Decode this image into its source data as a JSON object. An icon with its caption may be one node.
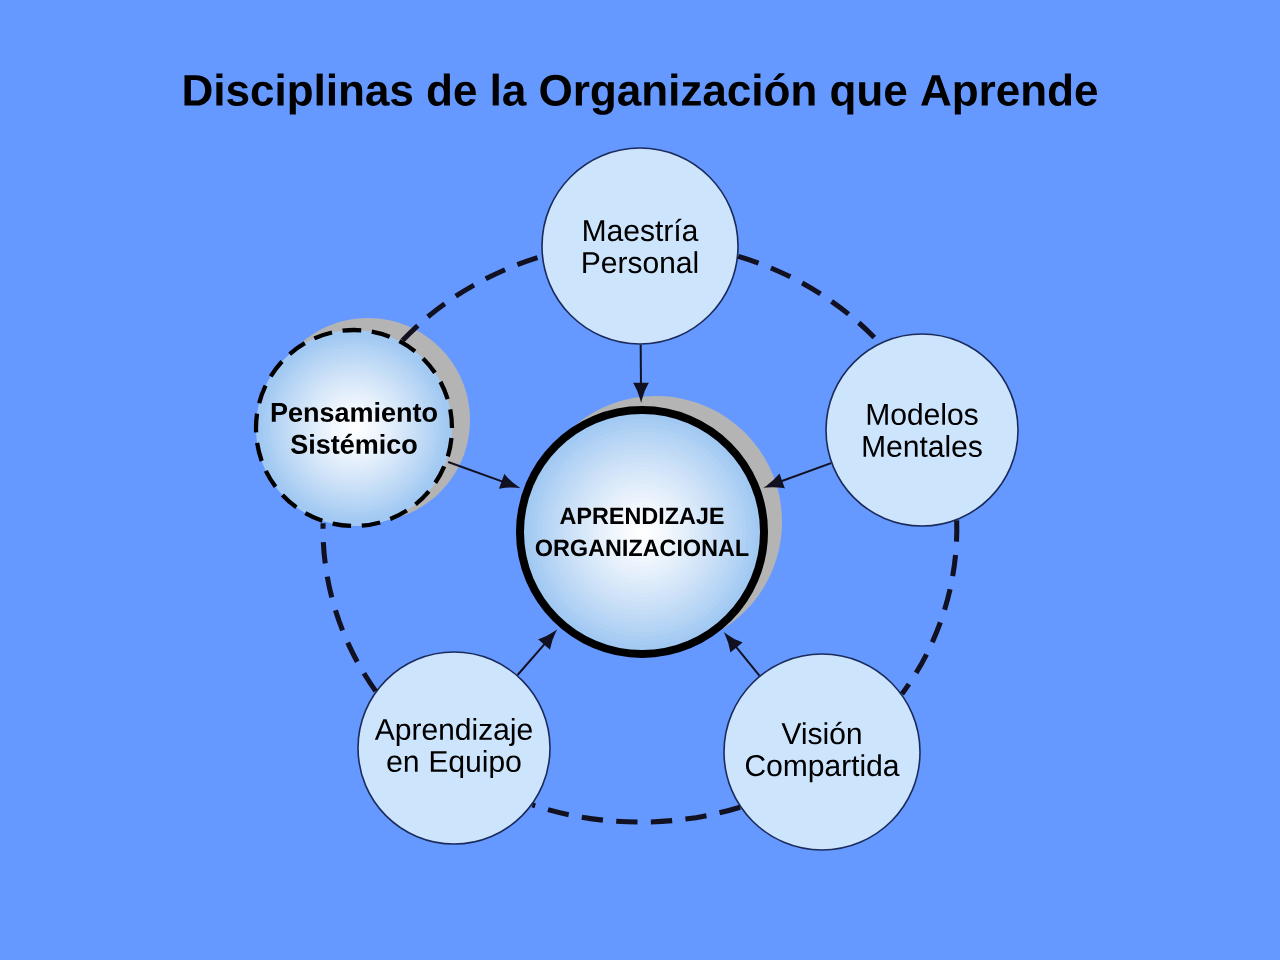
{
  "diagram": {
    "title": "Disciplinas de la Organización que Aprende",
    "nodes": [
      {
        "text": [
          "Maestría Personal"
        ]
      },
      {
        "text": [
          "Pensamiento Sistémico"
        ]
      },
      {
        "text": [
          "Modelos Mentales"
        ]
      },
      {
        "text": [
          "APRENDIZAJE ORGANIZACIONAL"
        ]
      },
      {
        "text": [
          "Aprendizaje en Equipo"
        ]
      },
      {
        "text": [
          "Visión Compartida"
        ]
      }
    ],
    "edges": [
      {
        "from": 0,
        "to": 3,
        "arrow": "to"
      },
      {
        "from": 1,
        "to": 3,
        "arrow": "to"
      },
      {
        "from": 2,
        "to": 3,
        "arrow": "to"
      },
      {
        "from": 4,
        "to": 3,
        "arrow": "to"
      },
      {
        "from": 5,
        "to": 3,
        "arrow": "to"
      },
      {
        "from": 0,
        "to": 2,
        "arrow": "none",
        "style": "dashed"
      },
      {
        "from": 2,
        "to": 5,
        "arrow": "none",
        "style": "dashed"
      },
      {
        "from": 5,
        "to": 4,
        "arrow": "none",
        "style": "dashed"
      },
      {
        "from": 4,
        "to": 1,
        "arrow": "none",
        "style": "dashed"
      },
      {
        "from": 1,
        "to": 0,
        "arrow": "none",
        "style": "dashed"
      }
    ]
  }
}
